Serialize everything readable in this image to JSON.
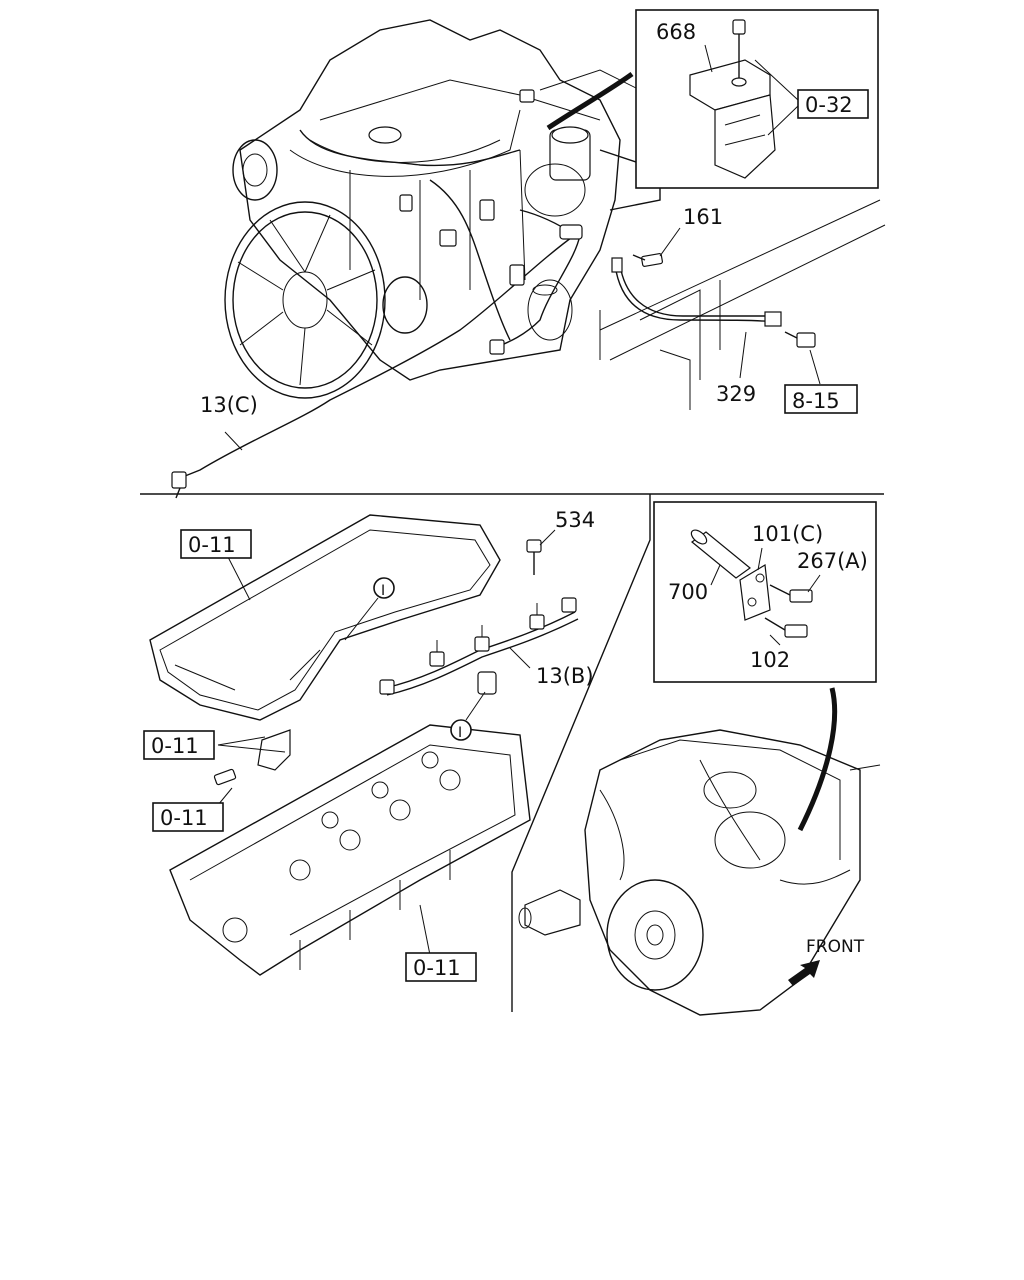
{
  "labels": {
    "p668": "668",
    "ref_0_32": "0-32",
    "p161": "161",
    "p13c": "13(C)",
    "p329": "329",
    "ref_8_15": "8-15",
    "p534": "534",
    "ref_0_11_a": "0-11",
    "ref_0_11_b": "0-11",
    "ref_0_11_c": "0-11",
    "ref_0_11_d": "0-11",
    "p13b": "13(B)",
    "circle_i_1": "I",
    "circle_i_2": "I",
    "p101c": "101(C)",
    "p267a": "267(A)",
    "p700": "700",
    "p102": "102",
    "front": "FRONT"
  }
}
